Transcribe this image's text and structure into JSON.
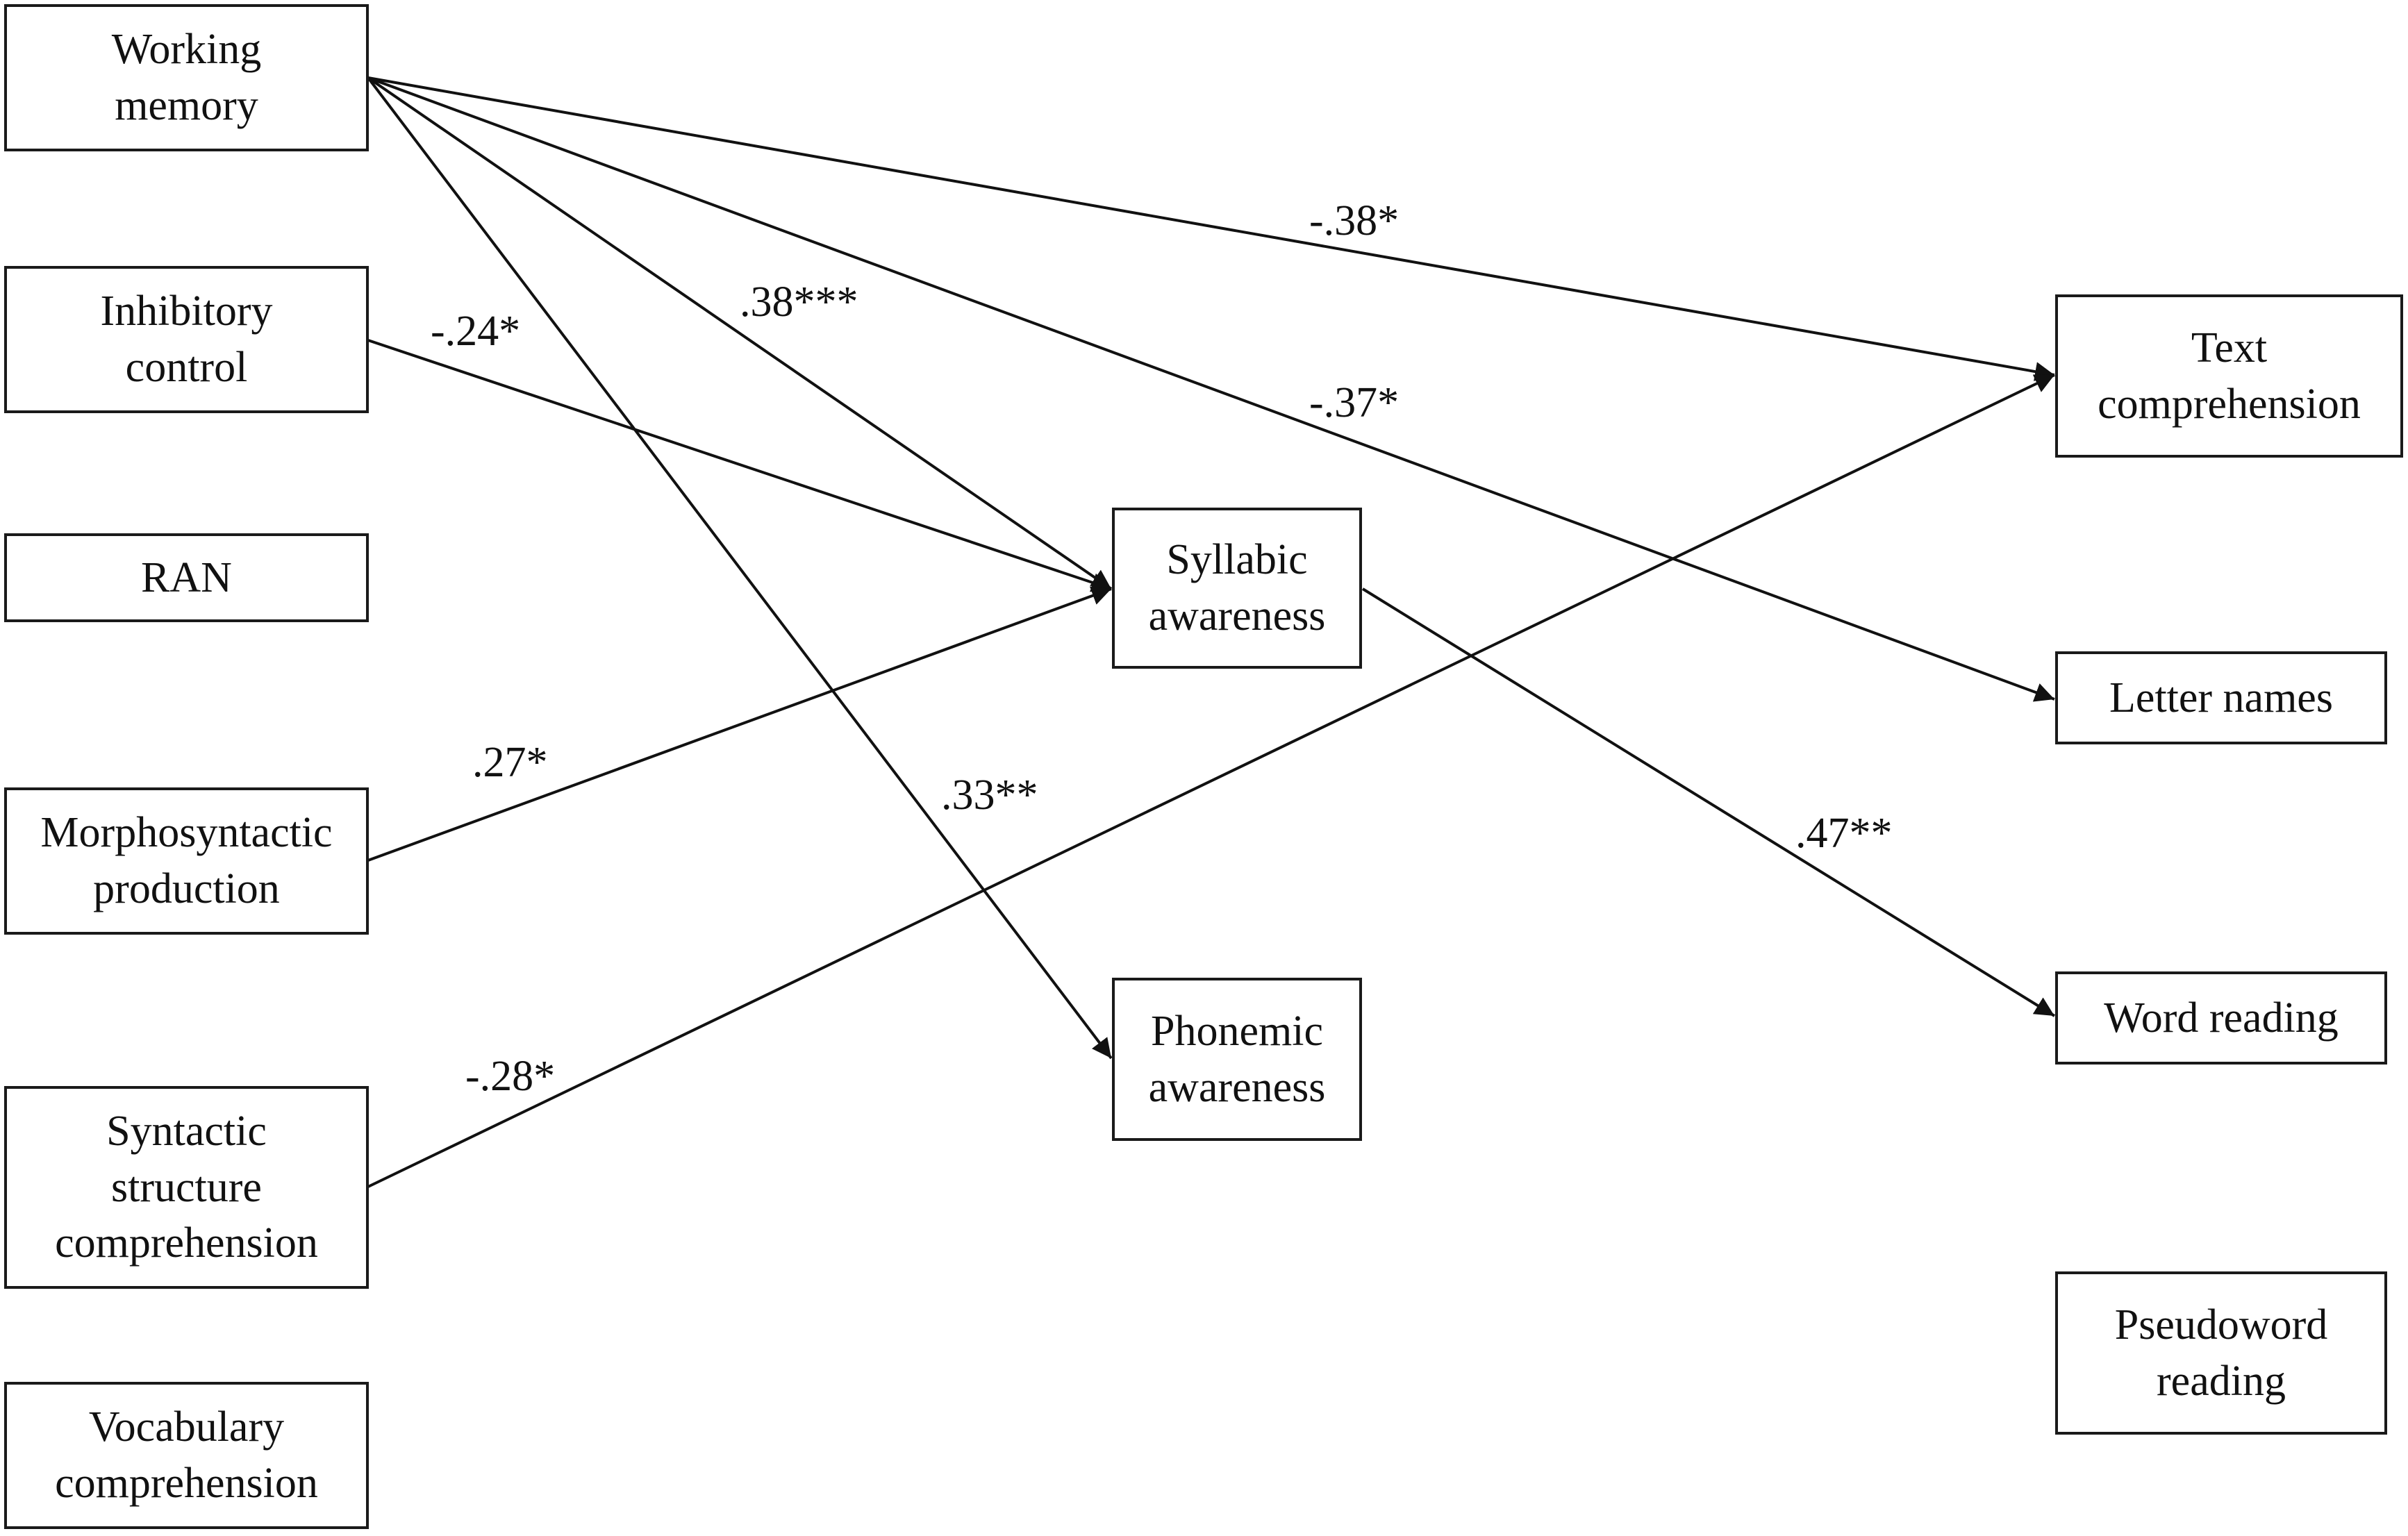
{
  "nodes": {
    "working_memory": "Working\nmemory",
    "inhibitory_control": "Inhibitory\ncontrol",
    "ran": "RAN",
    "morphosyntactic_production": "Morphosyntactic\nproduction",
    "syntactic_structure_comprehension": "Syntactic\nstructure\ncomprehension",
    "vocabulary_comprehension": "Vocabulary\ncomprehension",
    "syllabic_awareness": "Syllabic\nawareness",
    "phonemic_awareness": "Phonemic\nawareness",
    "text_comprehension": "Text\ncomprehension",
    "letter_names": "Letter names",
    "word_reading": "Word reading",
    "pseudoword_reading": "Pseudoword\nreading"
  },
  "paths": [
    {
      "from": "Working memory",
      "to": "Text comprehension",
      "coefficient": "-.38*"
    },
    {
      "from": "Working memory",
      "to": "Letter names",
      "coefficient": "-.37*"
    },
    {
      "from": "Working memory",
      "to": "Syllabic awareness",
      "coefficient": ".38***"
    },
    {
      "from": "Working memory",
      "to": "Phonemic awareness",
      "coefficient": ".33**"
    },
    {
      "from": "Inhibitory control",
      "to": "Syllabic awareness",
      "coefficient": "-.24*"
    },
    {
      "from": "Morphosyntactic production",
      "to": "Syllabic awareness",
      "coefficient": ".27*"
    },
    {
      "from": "Syntactic structure comprehension",
      "to": "Text comprehension",
      "coefficient": "-.28*"
    },
    {
      "from": "Syllabic awareness",
      "to": "Word reading",
      "coefficient": ".47**"
    }
  ]
}
